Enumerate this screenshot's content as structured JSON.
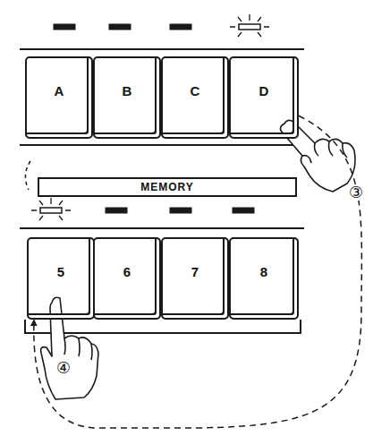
{
  "diagram": {
    "nodes": [
      {
        "text": [
          "A"
        ]
      },
      {
        "text": [
          "B"
        ]
      },
      {
        "text": [
          "C"
        ]
      },
      {
        "text": [
          "D"
        ]
      },
      {
        "text": [
          "MEMORY"
        ]
      },
      {
        "text": [
          "5"
        ]
      },
      {
        "text": [
          "6"
        ]
      },
      {
        "text": [
          "7"
        ]
      },
      {
        "text": [
          "8"
        ]
      }
    ],
    "edges": [
      {
        "from": 3,
        "to": 5,
        "arrow": "to"
      }
    ],
    "labels": [
      "③",
      "④"
    ]
  }
}
